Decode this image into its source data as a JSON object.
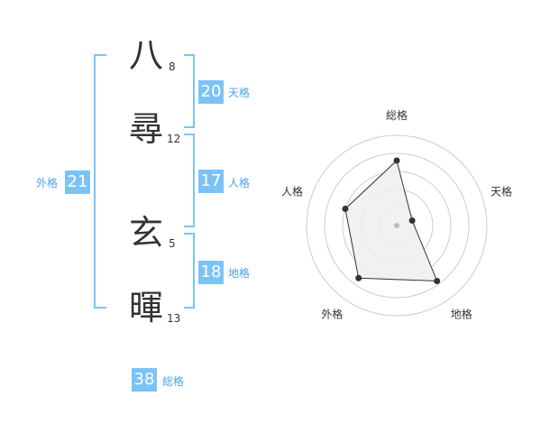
{
  "name": {
    "chars": [
      {
        "char": "八",
        "strokes": "8"
      },
      {
        "char": "尋",
        "strokes": "12"
      },
      {
        "char": "玄",
        "strokes": "5"
      },
      {
        "char": "暉",
        "strokes": "13"
      }
    ]
  },
  "fortunes": {
    "tenkaku": {
      "value": "20",
      "label": "天格"
    },
    "jinkaku": {
      "value": "17",
      "label": "人格"
    },
    "chikaku": {
      "value": "18",
      "label": "地格"
    },
    "gaikaku": {
      "value": "21",
      "label": "外格"
    },
    "soukaku": {
      "value": "38",
      "label": "総格"
    }
  },
  "chart_data": {
    "type": "radar",
    "axes": [
      "総格",
      "天格",
      "地格",
      "外格",
      "人格"
    ],
    "values": [
      3.6,
      0.9,
      3.8,
      3.6,
      3.0
    ],
    "max": 5,
    "colors": {
      "fill": "#efefef",
      "line": "#333333",
      "grid": "#cccccc"
    }
  },
  "colors": {
    "accent": "#7cc3f5",
    "label": "#4aa3e8"
  }
}
